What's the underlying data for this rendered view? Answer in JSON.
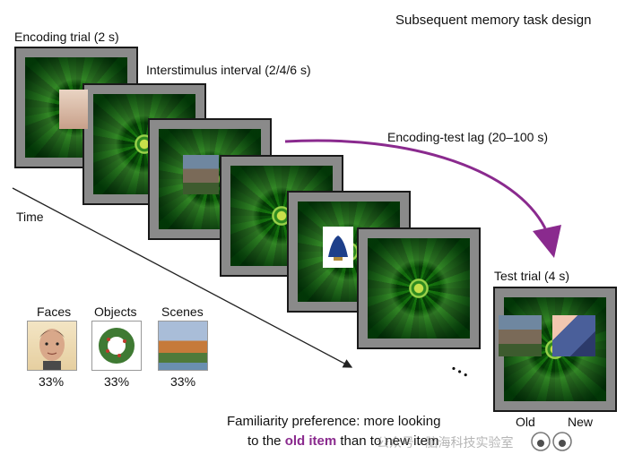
{
  "title": "Subsequent memory task design",
  "labels": {
    "encoding_trial": "Encoding trial (2 s)",
    "isi": "Interstimulus interval (2/4/6 s)",
    "lag": "Encoding-test lag (20–100 s)",
    "time": "Time",
    "test_trial": "Test trial (4 s)",
    "old": "Old",
    "new": "New",
    "ellipsis": "• • •"
  },
  "categories": [
    {
      "name": "Faces",
      "percent": "33%"
    },
    {
      "name": "Objects",
      "percent": "33%"
    },
    {
      "name": "Scenes",
      "percent": "33%"
    }
  ],
  "caption": {
    "line1": "Familiarity preference: more looking",
    "line2_pre": "to the ",
    "line2_highlight": "old item",
    "line2_post": " than to new item"
  },
  "watermark": "公众号 · 脑海科技实验室",
  "colors": {
    "accent_purple": "#8a2a8e",
    "frame_gray": "#8a8a8a"
  }
}
